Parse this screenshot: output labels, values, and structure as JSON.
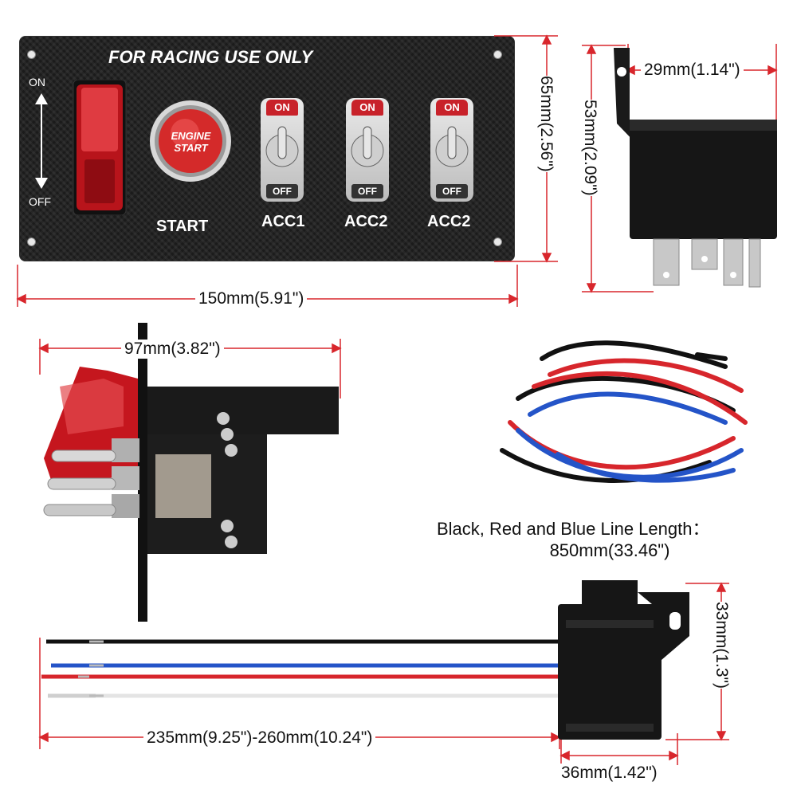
{
  "panel": {
    "title": "FOR RACING USE ONLY",
    "switch_on": "ON",
    "switch_off": "OFF",
    "engine_button": {
      "line1": "ENGINE",
      "line2": "START",
      "color": "#d42a2a"
    },
    "labels": [
      "START",
      "ACC1",
      "ACC2",
      "ACC2"
    ],
    "toggles": [
      {
        "on": "ON",
        "off": "OFF"
      },
      {
        "on": "ON",
        "off": "OFF"
      },
      {
        "on": "ON",
        "off": "OFF"
      }
    ]
  },
  "dimensions": {
    "panel_width": "150mm(5.91\")",
    "panel_height": "65mm(2.56\")",
    "relay_height": "53mm(2.09\")",
    "relay_width": "29mm(1.14\")",
    "panel_depth": "97mm(3.82\")",
    "socket_height": "33mm(1.3\")",
    "socket_width": "36mm(1.42\")",
    "socket_wire_length": "235mm(9.25\")-260mm(10.24\")"
  },
  "wires": {
    "label_line1": "Black, Red and Blue Line Length：",
    "label_line2": "850mm(33.46\")",
    "colors": {
      "black": "#111111",
      "red": "#d7262c",
      "blue": "#2454c8",
      "white": "#eeeeee"
    }
  },
  "icons": [
    "up-down-arrow-icon"
  ]
}
